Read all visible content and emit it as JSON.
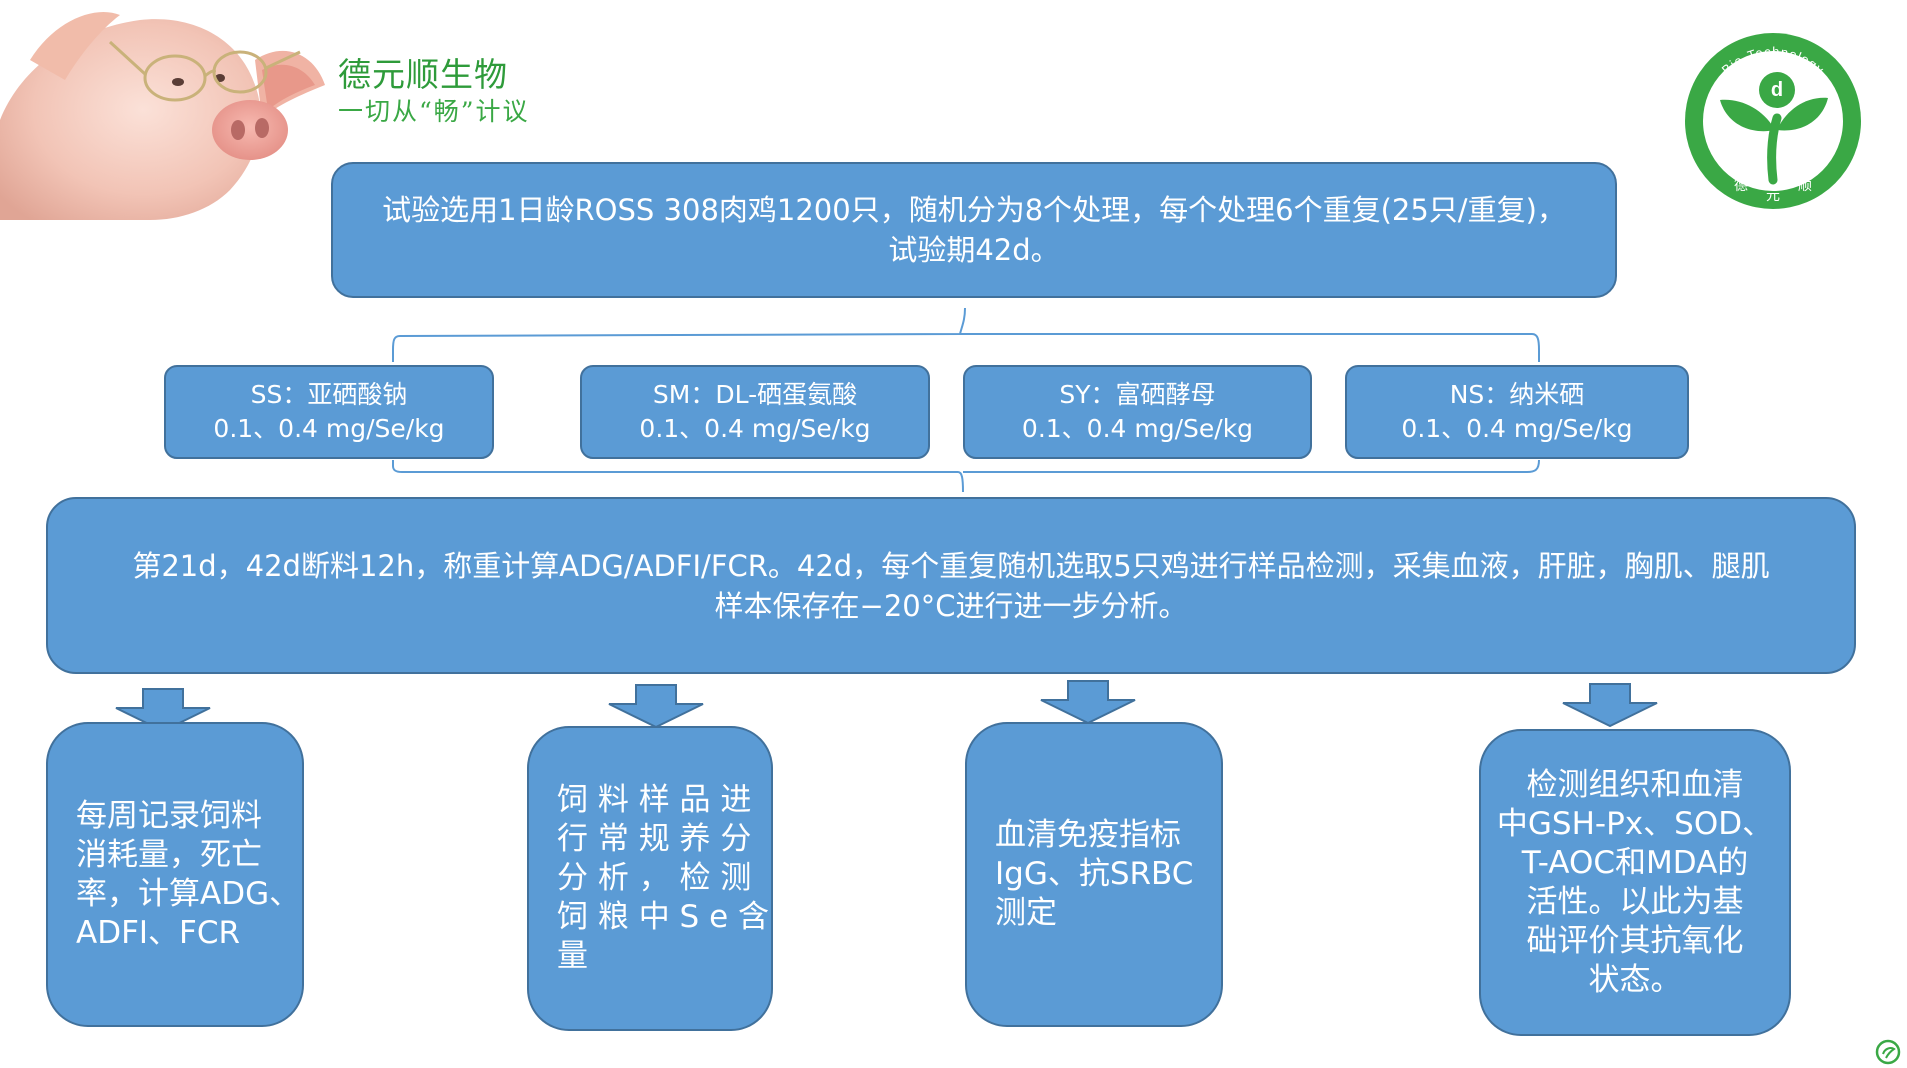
{
  "brand": {
    "title": "德元顺生物",
    "slogan": "一切从“畅”计议",
    "logo_ring_text": "Bio-Technology",
    "logo_letter": "d",
    "logo_name_chars": [
      "德",
      "元",
      "顺"
    ]
  },
  "top_box": {
    "line1": "试验选用1日龄ROSS 308肉鸡1200只，随机分为8个处理，每个处理6个重复(25只/重复)，",
    "line2": "试验期42d。"
  },
  "treatments": [
    {
      "name": "SS：亚硒酸钠",
      "dose": "0.1、0.4 mg/Se/kg"
    },
    {
      "name": "SM：DL-硒蛋氨酸",
      "dose": "0.1、0.4 mg/Se/kg"
    },
    {
      "name": "SY：富硒酵母",
      "dose": "0.1、0.4 mg/Se/kg"
    },
    {
      "name": "NS：纳米硒",
      "dose": "0.1、0.4 mg/Se/kg"
    }
  ],
  "middle_box": {
    "line1": "第21d，42d断料12h，称重计算ADG/ADFI/FCR。42d，每个重复随机选取5只鸡进行样品检测，采集血液，肝脏，胸肌、腿肌",
    "line2": "样本保存在−20°C进行进一步分析。"
  },
  "outputs": [
    {
      "lines": [
        "每周记录饲料",
        "消耗量，死亡",
        "率，计算ADG、",
        "ADFI、FCR"
      ]
    },
    {
      "lines": [
        "饲 料 样 品 进",
        "行 常 规 养 分",
        "分 析 ， 检 测",
        "饲 粮 中 S e 含",
        "量"
      ]
    },
    {
      "lines": [
        "血清免疫指标",
        "IgG、抗SRBC",
        "测定"
      ]
    },
    {
      "lines": [
        "检测组织和血清",
        "中GSH-Px、SOD、",
        "T-AOC和MDA的",
        "活性。以此为基",
        "础评价其抗氧化",
        "状态。"
      ]
    }
  ],
  "colors": {
    "box_fill": "#5b9bd5",
    "box_border": "#41719c",
    "brand_green": "#2e9b3a"
  },
  "icons": [
    "pig-photo",
    "company-logo",
    "corner-logo-icon"
  ]
}
